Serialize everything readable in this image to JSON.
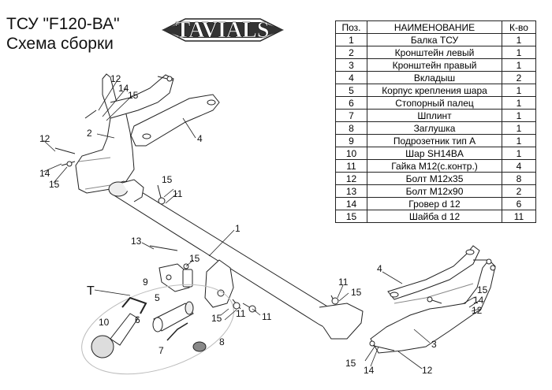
{
  "header": {
    "title_line1": "ТСУ  \"F120-ВА\"",
    "title_line2": "Схема сборки",
    "logo_text": "TAVIALS"
  },
  "parts_table": {
    "headers": [
      "Поз.",
      "НАИМЕНОВАНИЕ",
      "К-во"
    ],
    "rows": [
      [
        "1",
        "Балка ТСУ",
        "1"
      ],
      [
        "2",
        "Кронштейн левый",
        "1"
      ],
      [
        "3",
        "Кронштейн правый",
        "1"
      ],
      [
        "4",
        "Вкладыш",
        "2"
      ],
      [
        "5",
        "Корпус крепления шара",
        "1"
      ],
      [
        "6",
        "Стопорный палец",
        "1"
      ],
      [
        "7",
        "Шплинт",
        "1"
      ],
      [
        "8",
        "Заглушка",
        "1"
      ],
      [
        "9",
        "Подрозетник тип А",
        "1"
      ],
      [
        "10",
        "Шар SH14BA",
        "1"
      ],
      [
        "11",
        "Гайка М12(с.контр.)",
        "4"
      ],
      [
        "12",
        "Болт М12х35",
        "8"
      ],
      [
        "13",
        "Болт М12х90",
        "2"
      ],
      [
        "14",
        "Гровер d 12",
        "6"
      ],
      [
        "15",
        "Шайба d 12",
        "11"
      ]
    ]
  },
  "callouts": {
    "c1": "1",
    "c2": "2",
    "c3": "3",
    "c4a": "4",
    "c4b": "4",
    "c5": "5",
    "c6": "6",
    "c7": "7",
    "c8": "8",
    "c9": "9",
    "c10": "10",
    "c11a": "11",
    "c11b": "11",
    "c11c": "11",
    "c11d": "11",
    "c12a": "12",
    "c12b": "12",
    "c12c": "12",
    "c12d": "12",
    "c13": "13",
    "c14a": "14",
    "c14b": "14",
    "c14c": "14",
    "c14d": "14",
    "c15a": "15",
    "c15b": "15",
    "c15c": "15",
    "c15d": "15",
    "c15e": "15",
    "c15f": "15",
    "c15g": "15",
    "c15h": "15",
    "cT": "T"
  }
}
